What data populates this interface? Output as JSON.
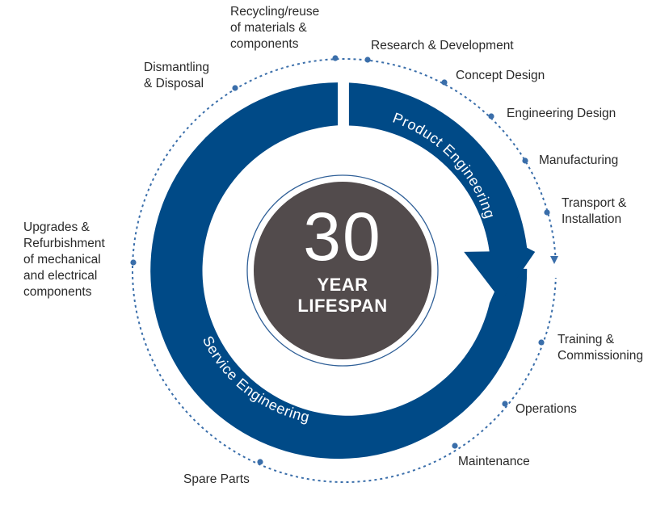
{
  "center": {
    "number": "30",
    "line1": "YEAR",
    "line2": "LIFESPAN"
  },
  "arcs": {
    "product": "Product Engineering",
    "service": "Service Engineering"
  },
  "labels": {
    "recycling": [
      "Recycling/reuse",
      "of materials &",
      "components"
    ],
    "research": [
      "Research & Development"
    ],
    "concept": [
      "Concept Design"
    ],
    "engineering": [
      "Engineering Design"
    ],
    "manufacturing": [
      "Manufacturing"
    ],
    "transport": [
      "Transport &",
      "Installation"
    ],
    "training": [
      "Training &",
      "Commissioning"
    ],
    "operations": [
      "Operations"
    ],
    "maintenance": [
      "Maintenance"
    ],
    "spare": [
      "Spare Parts"
    ],
    "upgrades": [
      "Upgrades &",
      "Refurbishment",
      "of mechanical",
      "and electrical",
      "components"
    ],
    "dismantling": [
      "Dismantling",
      "& Disposal"
    ]
  },
  "colors": {
    "primary": "#004a87",
    "dot": "#3a6eaa",
    "center": "#524b4c",
    "text": "#2a2a2a"
  }
}
